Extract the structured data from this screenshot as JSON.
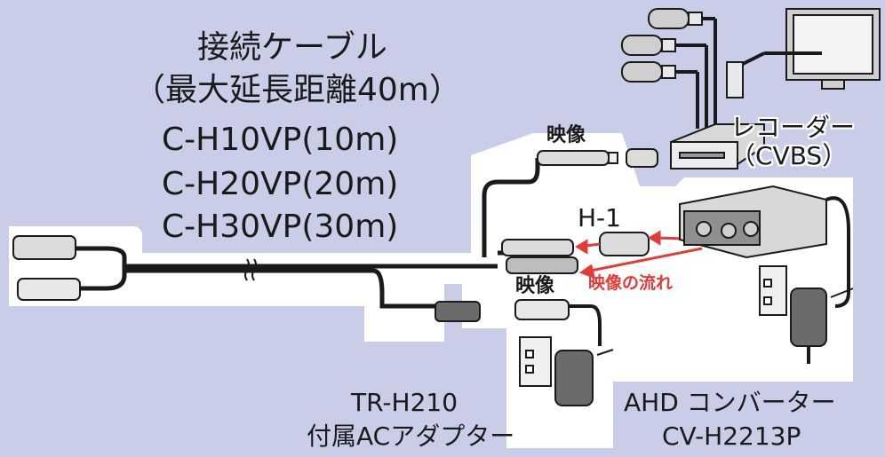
{
  "title": {
    "line1": "接続ケーブル",
    "line2": "（最大延長距離40m）",
    "line3": "C-H10VP(10m)",
    "line4": "C-H20VP(20m)",
    "line5": "C-H30VP(30m)"
  },
  "labels": {
    "video_top": "映像",
    "video_bottom": "映像",
    "h1": "H-1",
    "video_flow": "映像の流れ",
    "recorder": "レコーダー",
    "recorder_sub": "（CVBS）",
    "adapter_model": "TR-H210",
    "adapter_name": "付属ACアダプター",
    "converter_name": "AHD コンバーター",
    "converter_model": "CV-H2213P"
  },
  "colors": {
    "background": "#c9cde8",
    "panel": "#ffffff",
    "cable": "#1a1a1a",
    "flow_arrow": "#e53a35"
  }
}
